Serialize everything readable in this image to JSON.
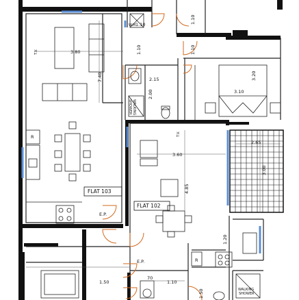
{
  "plan": {
    "flats": {
      "flat_103": "FLAT 103",
      "flat_102": "FLAT 102"
    },
    "entries": {
      "ep_top": "E.P.",
      "ep_bottom": "E.P."
    },
    "tv_labels": {
      "tv_103": "T.V.",
      "tv_102": "T.V."
    },
    "fixtures": {
      "fridge_103": "R",
      "fridge_102": "R",
      "wm_top": "W.M."
    },
    "showers": {
      "walkin_mid_1": "WALKING",
      "walkin_mid_2": "SHOWER",
      "walkin_bot_1": "WALKING",
      "walkin_bot_2": "SHOWER"
    },
    "dimensions": {
      "d_380": "3.80",
      "d_740": "7.40",
      "d_110_top": "1.10",
      "d_110_v1": "1.10",
      "d_110_v2": "1.10",
      "d_215": "2.15",
      "d_200": "2.00",
      "d_320": "3.20",
      "d_310": "3.10",
      "d_360": "3.60",
      "d_485": "4.85",
      "d_265": "2.65",
      "d_300": "3.00",
      "d_120": "1.20",
      "d_150": "1.50",
      "d_110_bot": "1.10",
      "d_70": "70",
      "d_150_bot": "1.50"
    },
    "colors": {
      "wall": "#111111",
      "door": "#d2691e",
      "window": "#5b8fd6",
      "line": "#222222"
    }
  }
}
